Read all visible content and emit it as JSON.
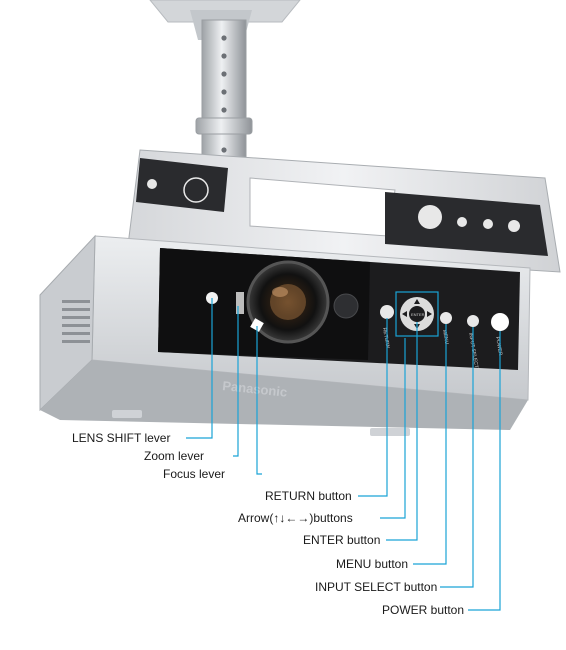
{
  "callouts": {
    "lens_shift": "LENS SHIFT lever",
    "zoom": "Zoom lever",
    "focus": "Focus lever",
    "return": "RETURN button",
    "arrow": "Arrow(↑↓←→)buttons",
    "enter": "ENTER button",
    "menu": "MENU button",
    "input_select": "INPUT SELECT button",
    "power": "POWER button"
  },
  "panel_text": {
    "return": "RETURN",
    "menu": "MENU",
    "input_select": "INPUT SELECT",
    "power": "POWER",
    "enter": "ENTER",
    "brand": "Panasonic"
  },
  "colors": {
    "callout_line": "#1aa3d6",
    "body_silver": "#d9dadc",
    "panel_black": "#1c1c1e"
  },
  "icons": [
    "arrow-up-icon",
    "arrow-down-icon",
    "arrow-left-icon",
    "arrow-right-icon"
  ]
}
